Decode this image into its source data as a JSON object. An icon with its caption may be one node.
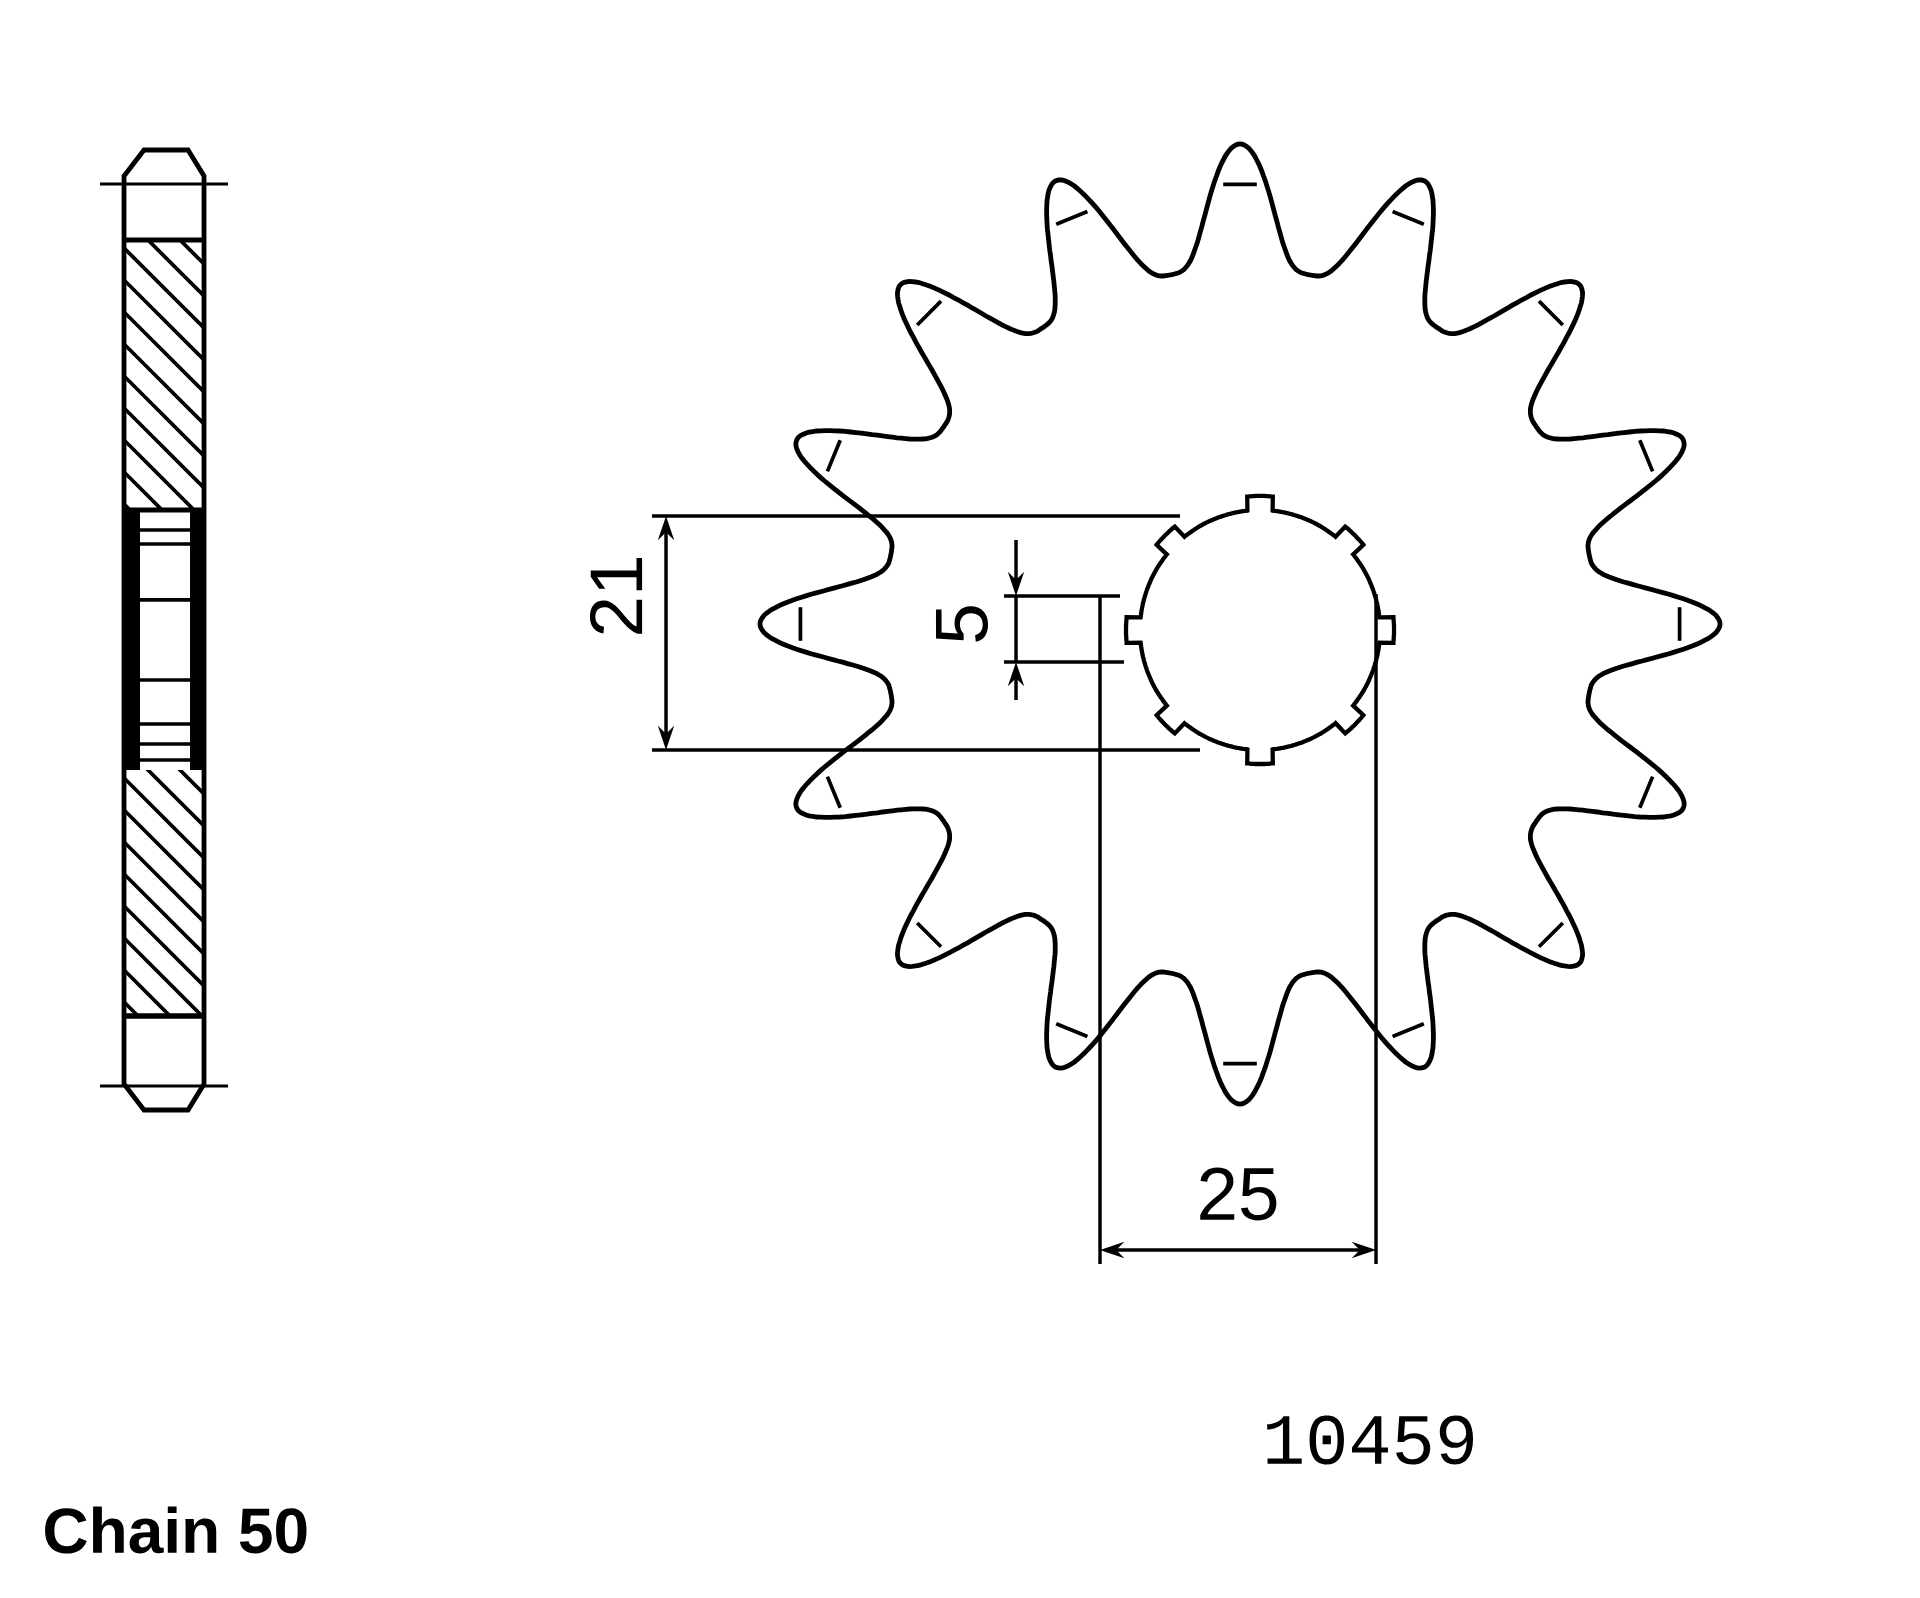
{
  "diagram": {
    "labels": [
      "21",
      "5",
      "25",
      "10459",
      "Chain 50"
    ]
  }
}
